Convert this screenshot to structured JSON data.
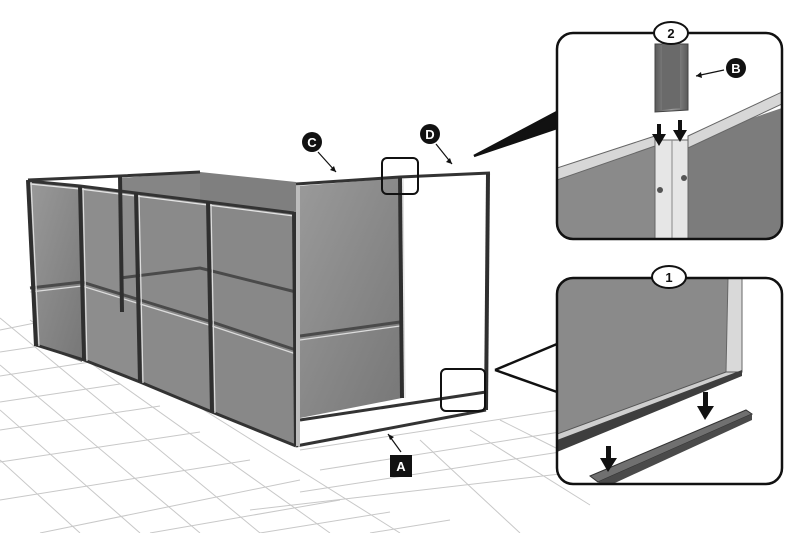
{
  "callouts": {
    "a": "A",
    "b": "B",
    "c": "C",
    "d": "D"
  },
  "detail_steps": {
    "top": "2",
    "bottom": "1"
  },
  "colors": {
    "panel_fill": "#8a8a8a",
    "panel_dark": "#6e6e6e",
    "frame": "#3a3a3a",
    "frame_light": "#d8d8d8",
    "grid_line": "#c8c8c8",
    "label_fill": "#111111",
    "label_text": "#ffffff"
  },
  "icons": {
    "arrow_down": "arrow-down-icon",
    "pointer": "leader-arrow-icon"
  }
}
